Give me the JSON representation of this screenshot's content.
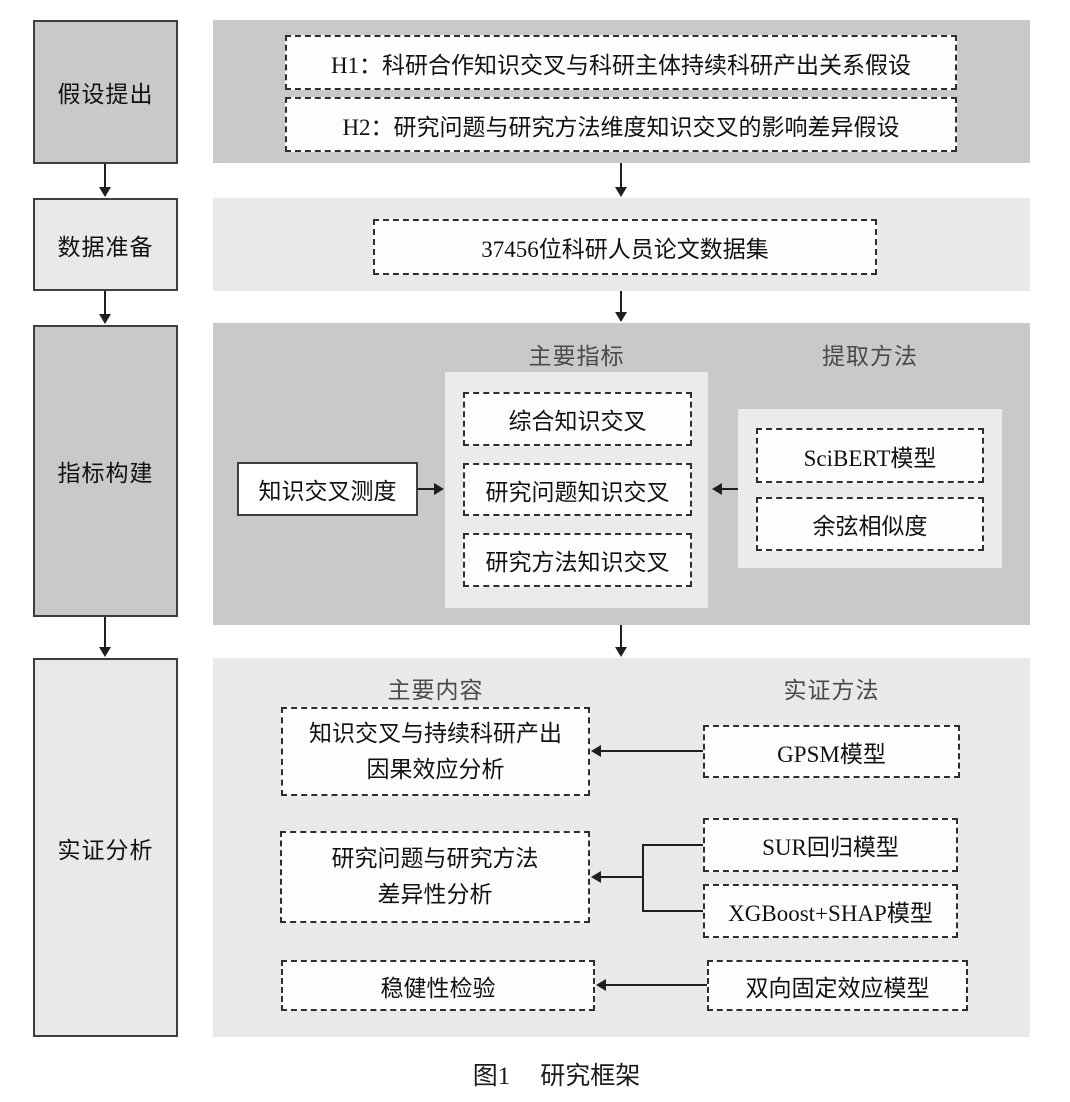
{
  "figure": {
    "caption_prefix": "图1",
    "caption_title": "研究框架"
  },
  "stages": [
    {
      "label": "假设提出"
    },
    {
      "label": "数据准备"
    },
    {
      "label": "指标构建"
    },
    {
      "label": "实证分析"
    }
  ],
  "hypothesis_panel": {
    "items": [
      {
        "label": "H1：科研合作知识交叉与科研主体持续科研产出关系假设"
      },
      {
        "label": "H2：研究问题与研究方法维度知识交叉的影响差异假设"
      }
    ]
  },
  "data_panel": {
    "dataset_label": "37456位科研人员论文数据集"
  },
  "indicator_panel": {
    "header_main": "主要指标",
    "header_method": "提取方法",
    "measure_label": "知识交叉测度",
    "indicators": [
      {
        "label": "综合知识交叉"
      },
      {
        "label": "研究问题知识交叉"
      },
      {
        "label": "研究方法知识交叉"
      }
    ],
    "methods": [
      {
        "label": "SciBERT模型"
      },
      {
        "label": "余弦相似度"
      }
    ]
  },
  "empirical_panel": {
    "header_main": "主要内容",
    "header_method": "实证方法",
    "contents": [
      {
        "line1": "知识交叉与持续科研产出",
        "line2": "因果效应分析"
      },
      {
        "line1": "研究问题与研究方法",
        "line2": "差异性分析"
      },
      {
        "line1": "稳健性检验"
      }
    ],
    "methods": [
      {
        "label": "GPSM模型"
      },
      {
        "label": "SUR回归模型"
      },
      {
        "label": "XGBoost+SHAP模型"
      },
      {
        "label": "双向固定效应模型"
      }
    ]
  },
  "colors": {
    "panel_dark": "#c8c9cb",
    "panel_light": "#e9e9ea",
    "subpanel": "#ebebec",
    "arrow": "#1f1f1f",
    "box_border": "#3e3e40"
  }
}
